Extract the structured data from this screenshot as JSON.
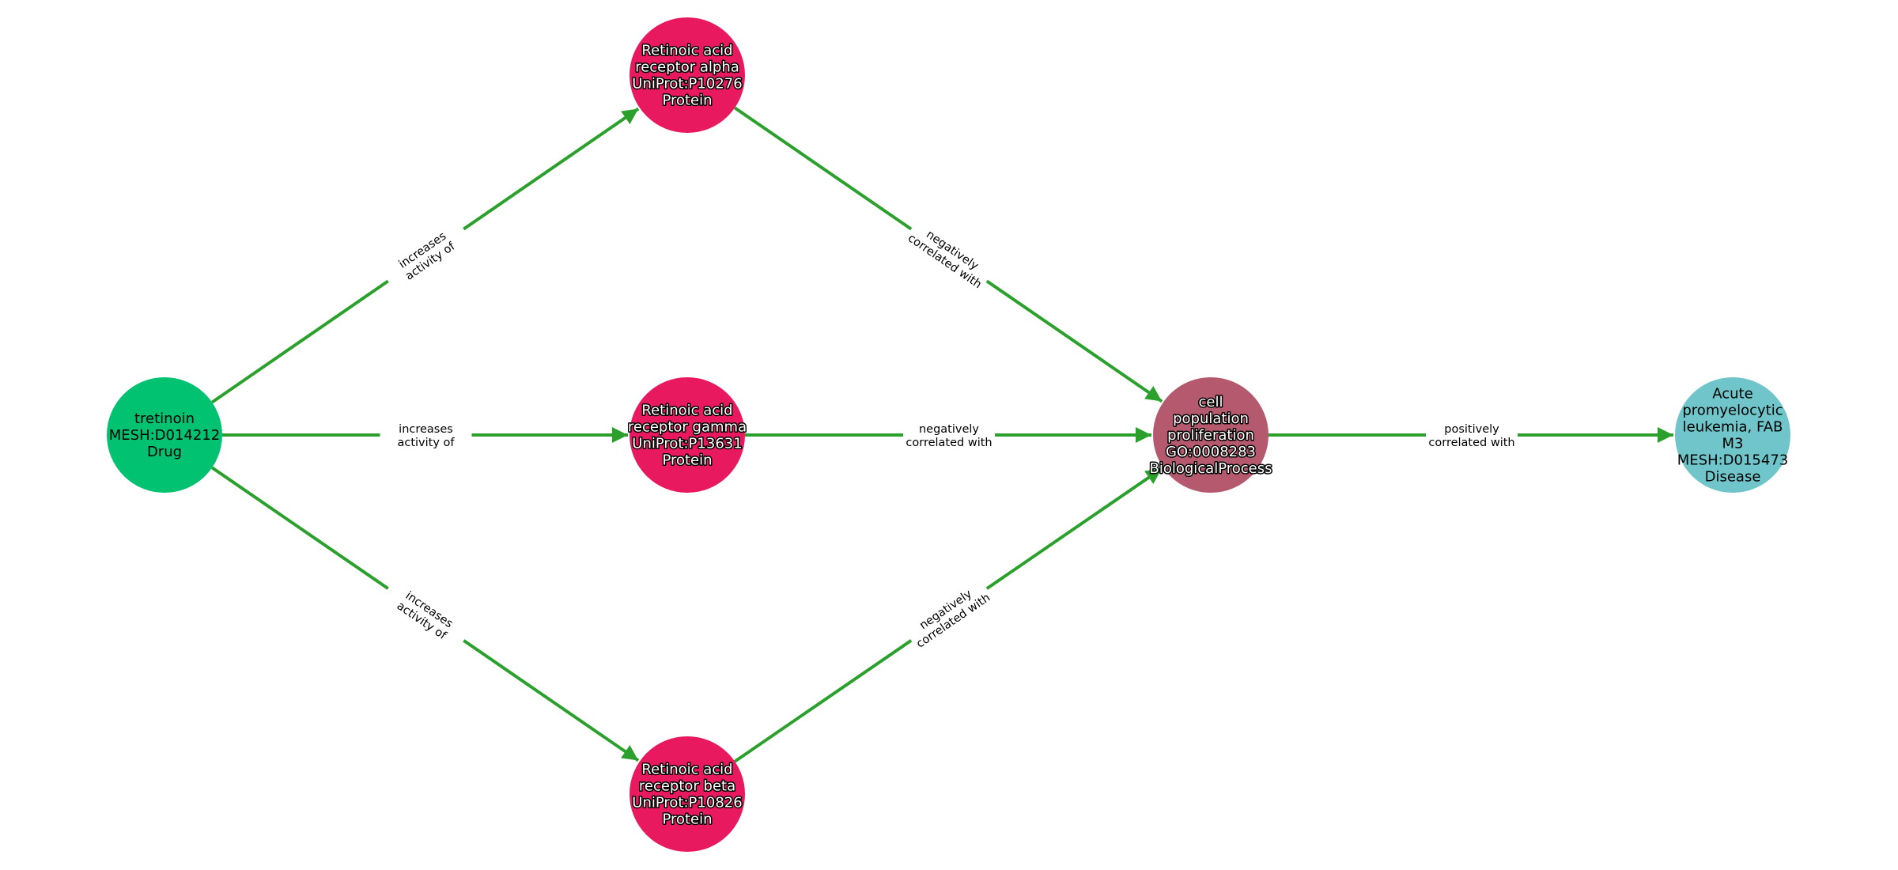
{
  "colors": {
    "edge": "#2ca02c",
    "Drug": "#00c271",
    "Protein": "#e8195f",
    "BiologicalProcess": "#b5596e",
    "Disease": "#70c5ca"
  },
  "nodes": [
    {
      "id": "tretinoin",
      "type": "Drug",
      "lines": [
        "tretinoin",
        "MESH:D014212",
        "Drug"
      ],
      "outlined": false
    },
    {
      "id": "rara",
      "type": "Protein",
      "lines": [
        "Retinoic acid",
        "receptor alpha",
        "UniProt:P10276",
        "Protein"
      ],
      "outlined": true
    },
    {
      "id": "rarg",
      "type": "Protein",
      "lines": [
        "Retinoic acid",
        "receptor gamma",
        "UniProt:P13631",
        "Protein"
      ],
      "outlined": true
    },
    {
      "id": "rarb",
      "type": "Protein",
      "lines": [
        "Retinoic acid",
        "receptor beta",
        "UniProt:P10826",
        "Protein"
      ],
      "outlined": true
    },
    {
      "id": "cellprolif",
      "type": "BiologicalProcess",
      "lines": [
        "cell",
        "population",
        "proliferation",
        "GO:0008283",
        "BiologicalProcess"
      ],
      "outlined": true
    },
    {
      "id": "apl",
      "type": "Disease",
      "lines": [
        "Acute",
        "promyelocytic",
        "leukemia, FAB",
        "M3",
        "MESH:D015473",
        "Disease"
      ],
      "outlined": false
    }
  ],
  "edges": [
    {
      "source": "tretinoin",
      "target": "rara",
      "lines": [
        "increases",
        "activity of"
      ]
    },
    {
      "source": "tretinoin",
      "target": "rarg",
      "lines": [
        "increases",
        "activity of"
      ]
    },
    {
      "source": "tretinoin",
      "target": "rarb",
      "lines": [
        "increases",
        "activity of"
      ]
    },
    {
      "source": "rara",
      "target": "cellprolif",
      "lines": [
        "negatively",
        "correlated with"
      ]
    },
    {
      "source": "rarg",
      "target": "cellprolif",
      "lines": [
        "negatively",
        "correlated with"
      ]
    },
    {
      "source": "rarb",
      "target": "cellprolif",
      "lines": [
        "negatively",
        "correlated with"
      ]
    },
    {
      "source": "cellprolif",
      "target": "apl",
      "lines": [
        "positively",
        "correlated with"
      ]
    }
  ]
}
